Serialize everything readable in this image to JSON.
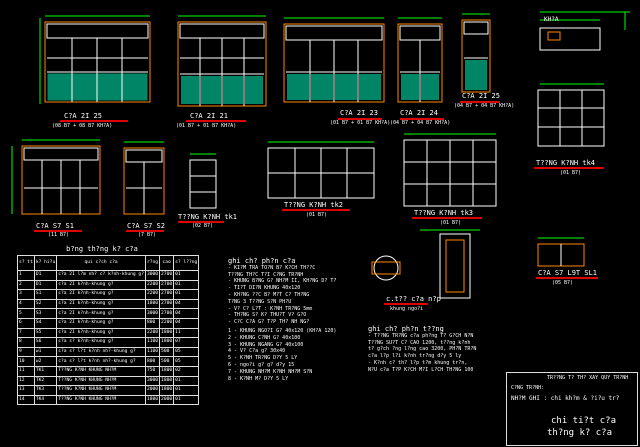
{
  "windows": [
    {
      "name": "door-c2a-21-25",
      "label": "C?A  2I  25",
      "sub": "(08 B7 + 08 B7 KH?A)"
    },
    {
      "name": "door-c2a-21-21",
      "label": "C?A  2I  21",
      "sub": "(01 B7 + 01 B7 KH?A)"
    },
    {
      "name": "door-c2a-21-23",
      "label": "C?A  2I  23",
      "sub": "(01 B7 + 01 B7 KH?A)"
    },
    {
      "name": "door-c2a-21-24",
      "label": "C?A  2I  24",
      "sub": "(04 B7 + 04 B7 KH?A)"
    },
    {
      "name": "door-c2a-21-25b",
      "label": "C?A  2I  25",
      "sub": "(04 B7 + 04 B7 KH?A)"
    },
    {
      "name": "window-c2a-s7-s1",
      "label": "C?A  S7  S1",
      "sub": "(11 B7)"
    },
    {
      "name": "window-c2a-s7-s2",
      "label": "C?A  S7  S2",
      "sub": "(7 B7)"
    },
    {
      "name": "glass-k2nh-tk1",
      "label": "T??NG  K?NH  tk1",
      "sub": "(02 B7)"
    },
    {
      "name": "glass-k2nh-tk2",
      "label": "T??NG  K?NH  tk2",
      "sub": "(01 B7)"
    },
    {
      "name": "glass-k2nh-tk3",
      "label": "T??NG  K?NH  tk3",
      "sub": "(01 B7)"
    },
    {
      "name": "glass-k2nh-tk4",
      "label": "T??NG  K?NH  tk4",
      "sub": "(01 B7)"
    },
    {
      "name": "window-c2a-s7-l9t-sl1",
      "label": "C?A  S7  L9T  SL1",
      "sub": "(05 B7)"
    }
  ],
  "top_right": {
    "label": "KH?A"
  },
  "schedule": {
    "title": "b?ng  th?ng  k?  c?a",
    "headers": [
      "s? tt",
      "k? hi?u",
      "qui c?ch  c?a",
      "r?ng",
      "cao",
      "s? l??ng"
    ],
    "rows": [
      [
        "1",
        "D1",
        "c?a  2I  l?m  nh?  c?  k?nh-khung  g?",
        "3000",
        "2700",
        "01"
      ],
      [
        "2",
        "D1",
        "c?a  2I  k?nh-khung  g?",
        "2200",
        "2700",
        "01"
      ],
      [
        "3",
        "S1",
        "c?a  2I  k?nh-khung  g?",
        "2200",
        "2700",
        "01"
      ],
      [
        "4",
        "S2",
        "c?a  2I  k?nh-khung  g?",
        "1800",
        "2700",
        "04"
      ],
      [
        "5",
        "S3",
        "c?a  2I  k?nh-khung  g?",
        "3000",
        "2700",
        "04"
      ],
      [
        "6",
        "S4",
        "c?a  2I  k?nh-khung  g?",
        "800",
        "2200",
        "04"
      ],
      [
        "7",
        "S5",
        "c?a  2I  k?nh-khung  g?",
        "2200",
        "1800",
        "11"
      ],
      [
        "8",
        "S6",
        "c?a  s?  k?nh-khung  g?",
        "1100",
        "1800",
        "07"
      ],
      [
        "9",
        "w1",
        "c?a  s?  l?t  k?nh  nh?-khung  g?",
        "1100",
        "500",
        "05"
      ],
      [
        "10",
        "w2",
        "c?a  s?  l?t  k?nh  nh?-khung  g?",
        "800",
        "500",
        "05"
      ],
      [
        "11",
        "TK1",
        "T??NG  K?NH  KHUNG  NH?M",
        "750",
        "1800",
        "02"
      ],
      [
        "12",
        "TK2",
        "T??NG  K?NH  KHUNG  NH?M",
        "3000",
        "1800",
        "01"
      ],
      [
        "13",
        "TK3",
        "T??NG  K?NH  KHUNG  NH?M",
        "2000",
        "1800",
        "01"
      ],
      [
        "14",
        "TK4",
        "T??NG  K?NH  KHUNG  NH?M",
        "1800",
        "2000",
        "01"
      ]
    ]
  },
  "notes1": {
    "title": "ghi  ch?  ph?n  c?a",
    "lines": [
      "- KI?M  TRA  TO?N  B?  K?CH  TH??C",
      "  T??NG  TH?C  T?I  C?NG  TR?NH",
      "- KHUNG  B?NG  G?  NH?M  II,  KH?NG  D?  T?",
      "- TI?T  DI?N  KHUNG  40x120",
      "- KH?NG  ??C  B?  M?T  C?  TH?NG",
      "  T?NG  3  T??NG  S?N  PH?U",
      "- V?  C?  L?T  :  K?NH  TR?NG  5mm",
      "- TH?NG  S?  K?  THU?T  V?  G?O",
      "- C?C  C?A  G?  T?P  TH?  NH  NG?"
    ],
    "items": [
      "1  -  KHUNG  NGO?I  G?  40x120  (KH?A  120)",
      "2  -  KHUNG  C?NH  G?  40x100",
      "3  -  KHUNG  NGANG  G?  40x100",
      "4  -  V?  C?a  g?  30x40",
      "5  -  K?NH  TR?NG  D?Y  5  LY",
      "6  -  ngo?i  g?  g?  d?y  15",
      "7  -  KHUNG  NH?M  K?NH  NH?M  S?N",
      "8  -  K?NH  M?  D?Y  5  LY"
    ]
  },
  "notes2": {
    "title": "ghi  ch?  ph?n  t??ng",
    "lines": [
      "- T??NG  TR?NG  c?a  ph?ng  T?  G?CH  N?N",
      "  T??NG  SU?T  C?  CAO  1200,  t??ng  k?nh",
      "  t?  g?ch  ?ng  l?ng  cao  3200,  PH?N  TR?N",
      "  c?a  l?p  l?i  k?nh  tr?ng  d?y  5  ly",
      "- K?nh  c?  th?  l?p  t?m  khung  tr?n,",
      "  N?U  c?a  T?P  K?CH  M?I  L?CH  TH?NG  100"
    ]
  },
  "detail": {
    "label": "c.t??  c?a  n?p",
    "sub": "khung  ngo?i"
  },
  "titleblock": {
    "line1": "TR??NG  T?  TH?  XAY  QUY  TR?NH",
    "line2": "C?NG  TR?NH:",
    "line3": "chi  ti?t  c?a",
    "line4": "th?ng  k?  c?a",
    "line5": "NH?M  GHI  :  chi  kh?m  &  ?i?u  tr?"
  },
  "colors": {
    "frame": "#ff8800",
    "glass": "#00a880",
    "dim": "#00ff00",
    "accent": "#e00000",
    "line": "#ffffff"
  }
}
